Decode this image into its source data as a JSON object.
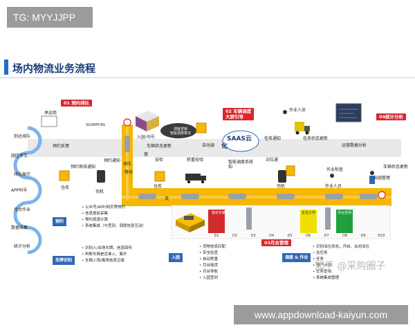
{
  "watermark_top": "TG: MYYJJPP",
  "watermark_bottom": "www.appdownload-kaiyun.com",
  "title": "场内物流业务流程",
  "tags": {
    "reservation": "01 预约排队",
    "dispatch": "02 车辆调度\n大屏引导",
    "platform": "03月台管理",
    "stats": "04统计分析"
  },
  "left_cycle": [
    "到达排队",
    "园区停车",
    "排队展示",
    "APP叫号",
    "月台作业",
    "数据采集",
    "统计分析"
  ],
  "labels": {
    "carrier": "承运商",
    "reserve_feedback": "预约反馈",
    "net": "5G/WIFI/4G",
    "reserve_audit": "预约审核通知",
    "reserve_notify": "预约通知",
    "warehouse1": "仓库",
    "driver1": "司机",
    "entry_call": "入园·叫号",
    "vehicle_status_update1": "车辆状态更新",
    "dispatch_bubble": "调度逻辑\n智能调度算法",
    "auto_dispatch": "自动调",
    "dispatch2": "度",
    "security": "安检",
    "weighing": "称重校验",
    "saas": "SAAS云",
    "smart_dispatch": "智能调度系统",
    "cloud_chars": "化",
    "ki": "知",
    "warehouse2": "仓库",
    "berth_notify": "泊位通",
    "driver2": "司机",
    "task_notify": "任务通知",
    "operator1": "作业人员",
    "task_status": "任务状态更新",
    "ops_analysis": "运营数据分析",
    "op_check": "作业检查",
    "operator2": "作业人员",
    "vehicle_status_update2": "车辆状态更新",
    "exit_mgmt": "出园管理",
    "wait": "排队",
    "waiting_area": "等待",
    "bay": "货",
    "dock_status_1": "锁定车辆",
    "dock_status_2": "正在工作",
    "dock_status_3": "月台空闲"
  },
  "docks": [
    "D1",
    "D2",
    "D3",
    "D4",
    "D5",
    "D6",
    "D7",
    "D8",
    "D9",
    "D10"
  ],
  "sections": {
    "reservation": {
      "tag": "预约",
      "items": [
        "公众号/APP/网页等预约",
        "信息提前采集",
        "预约资源计算",
        "系统集成（与签到、调度信息互动）"
      ]
    },
    "plate": {
      "tag": "车牌识别",
      "items": [
        "识别入/出场车牌，信息回传",
        "判断车辆是否准入、离开",
        "车辆入场/离场信息记录"
      ]
    },
    "entry": {
      "tag": "入园",
      "items": [
        "货物信息匹配",
        "安全检查",
        "自动称重",
        "月台接货",
        "月台导航",
        "入园签到"
      ]
    },
    "dispatch": {
      "tag": "调度 & 作业",
      "items": [
        "识别泊位状态，开启、关闭泊位",
        "及任务",
        "任务",
        "排产计划",
        "任务查询",
        "系统集成管理"
      ]
    }
  },
  "zhihu_watermark": "知乎 @采购圈子",
  "colors": {
    "road": "#f5b700",
    "red": "#d9262c",
    "blue": "#2f67b5",
    "dock_red": "#d22a2a",
    "dock_yellow": "#f0e000",
    "dock_green": "#1fa03d"
  }
}
